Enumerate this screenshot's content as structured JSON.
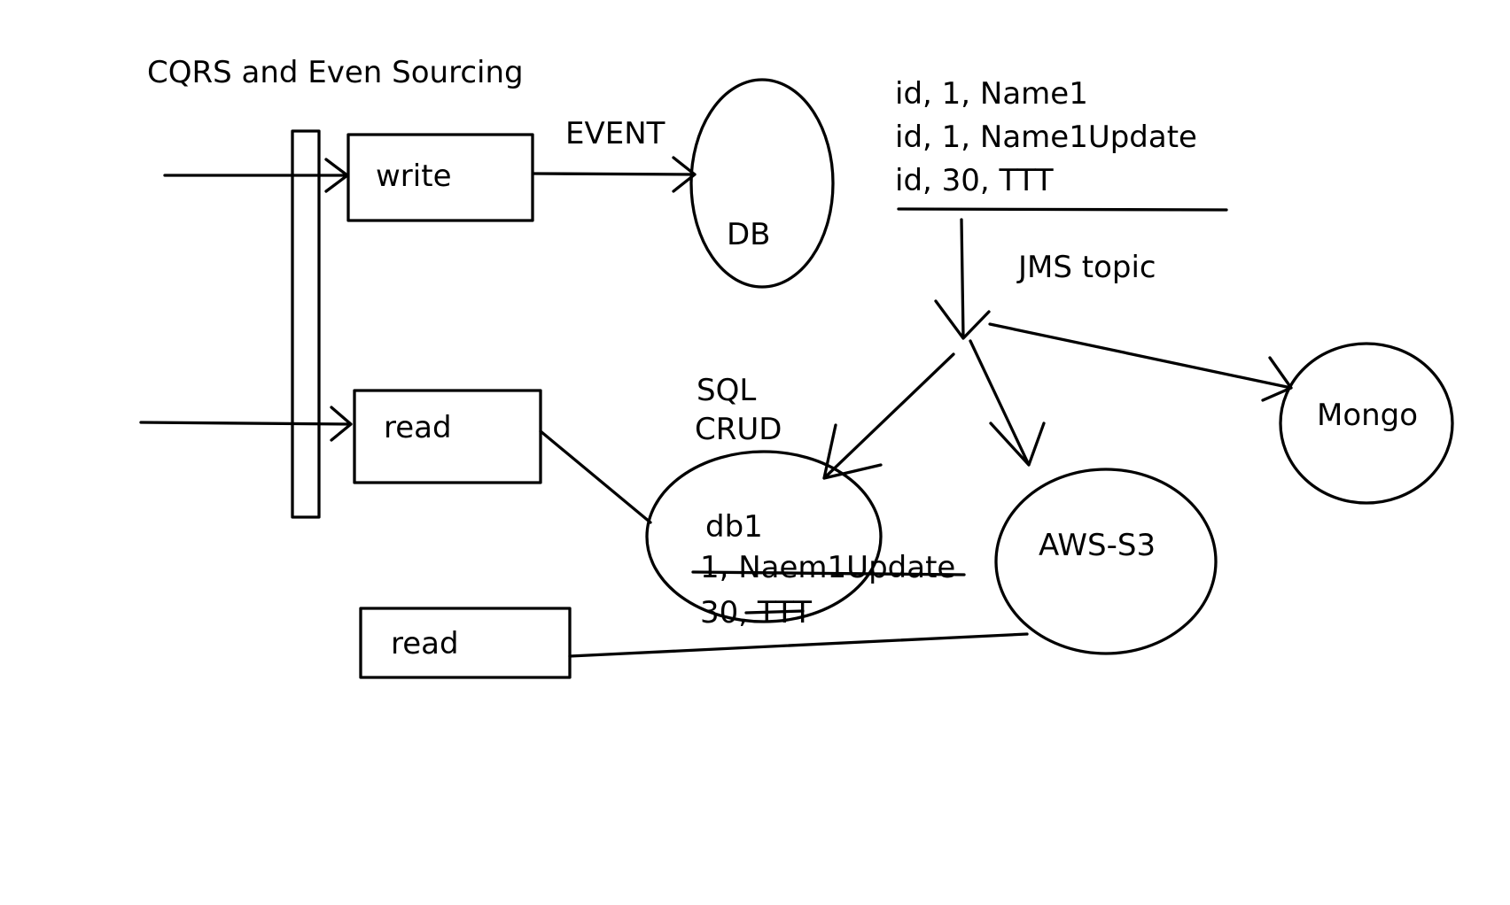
{
  "title": "CQRS and Even Sourcing",
  "labels": {
    "event": "EVENT",
    "jms_topic": "JMS topic",
    "sql": "SQL",
    "crud": "CRUD"
  },
  "boxes": {
    "write": "write",
    "read_sql": "read",
    "read_s3": "read"
  },
  "stores": {
    "db": "DB",
    "db1": "db1",
    "mongo": "Mongo",
    "aws_s3": "AWS-S3"
  },
  "event_records": [
    "id, 1, Name1",
    "id, 1, Name1Update",
    "id, 30, TTT"
  ],
  "db1_rows": [
    "1, Naem1Update",
    "30, TTT"
  ],
  "colors": {
    "ink": "#000000",
    "background": "#ffffff"
  }
}
